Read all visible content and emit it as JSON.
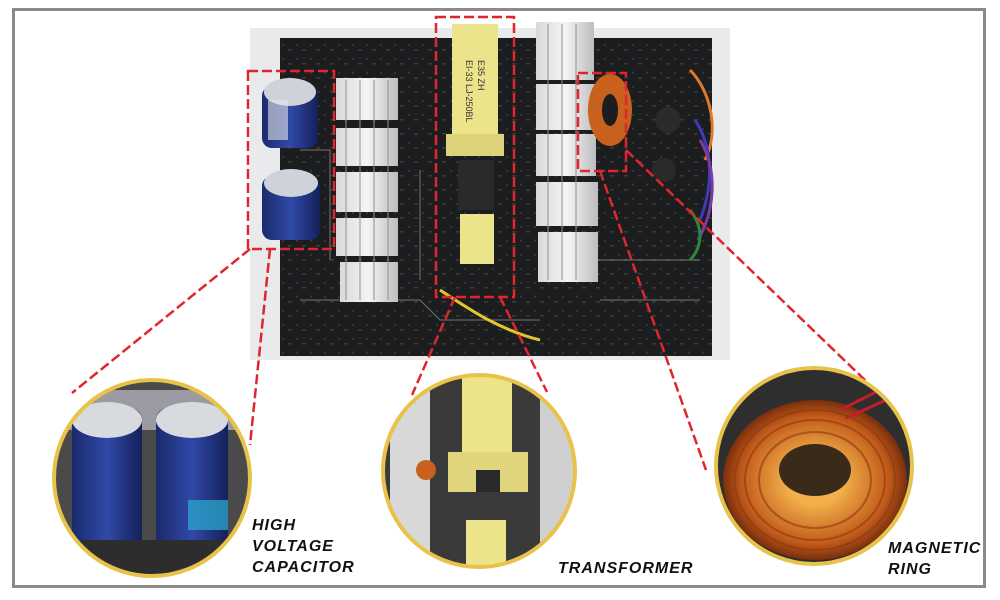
{
  "labels": {
    "high_voltage_capacitor": "HIGH\nVOLTAGE\nCAPACITOR",
    "transformer": "TRANSFORMER",
    "magnetic_ring": "MAGNETIC\nRING"
  },
  "component_markings": {
    "transformer_text": "EI-33 LJ-250BL",
    "transformer_code": "E35 ZH"
  },
  "colors": {
    "highlight": "#e0262d",
    "circle_border": "#e8c24a",
    "pcb": "#1c1d1f",
    "frame": "#8a8a8a"
  }
}
